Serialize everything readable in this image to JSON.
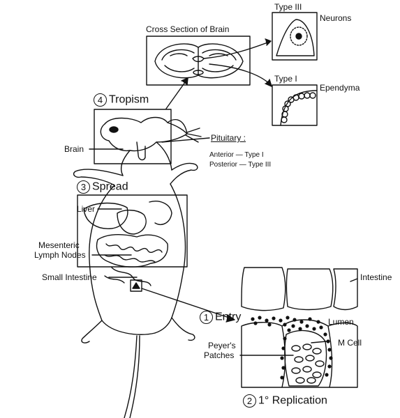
{
  "labels": {
    "cross_section": "Cross Section of Brain",
    "type3": "Type III",
    "neurons": "Neurons",
    "type1": "Type I",
    "ependyma": "Ependyma",
    "brain": "Brain",
    "pituitary": "Pituitary :",
    "anterior": "Anterior — Type I",
    "posterior": "Posterior — Type III",
    "liver": "Liver",
    "mesenteric": "Mesenteric",
    "lymph_nodes": "Lymph Nodes",
    "small_intestine": "Small Intestine",
    "intestine": "Intestine",
    "lumen": "Lumen",
    "m_cell": "M Cell",
    "peyers": "Peyer's",
    "patches": "Patches"
  },
  "steps": [
    {
      "num": "4",
      "label": "Tropism"
    },
    {
      "num": "3",
      "label": "Spread"
    },
    {
      "num": "1",
      "label": "Entry"
    },
    {
      "num": "2",
      "label": "1° Replication"
    }
  ]
}
